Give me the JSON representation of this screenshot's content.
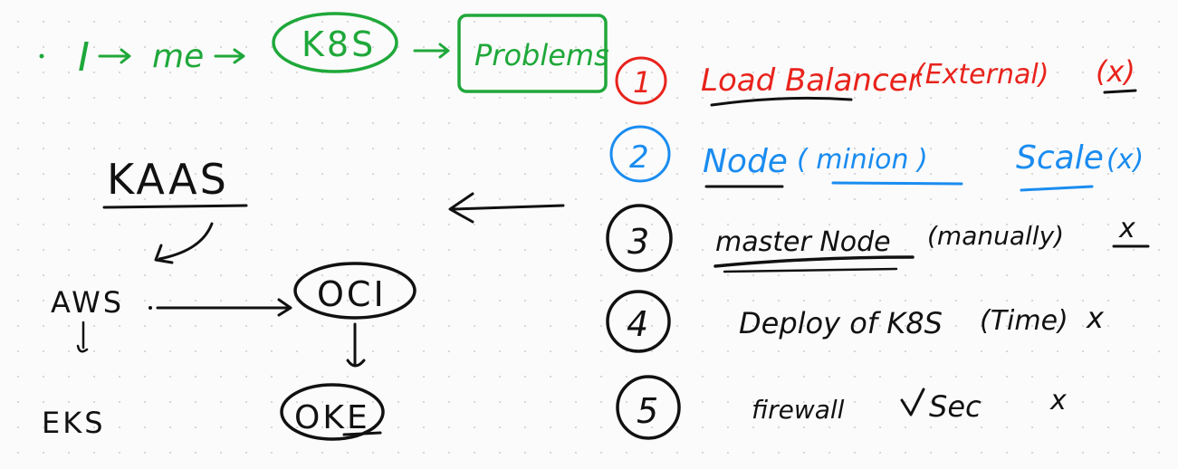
{
  "colors": {
    "green": "#1fa83a",
    "red": "#e8231c",
    "blue": "#1a8cf0",
    "black": "#111111"
  },
  "flow": {
    "you": "I",
    "me": "me",
    "k8s": "K8S",
    "problems": "Problems"
  },
  "kaas": {
    "title": "KAAS",
    "aws": "AWS",
    "eks": "EKS",
    "oci": "OCI",
    "oke": "OKE"
  },
  "problems_list": [
    {
      "number": "1",
      "text": "Load Balancer",
      "paren": "(External)",
      "mark": "(x)"
    },
    {
      "number": "2",
      "text": "Node",
      "paren": "( minion )",
      "extra": "Scale",
      "mark": "(x)"
    },
    {
      "number": "3",
      "text": "master Node",
      "paren": "(manually)",
      "mark": "x"
    },
    {
      "number": "4",
      "text": "Deploy of K8S",
      "paren": "(Time)",
      "mark": "x"
    },
    {
      "number": "5",
      "text": "firewall",
      "extra": "Sec",
      "mark": "x"
    }
  ]
}
